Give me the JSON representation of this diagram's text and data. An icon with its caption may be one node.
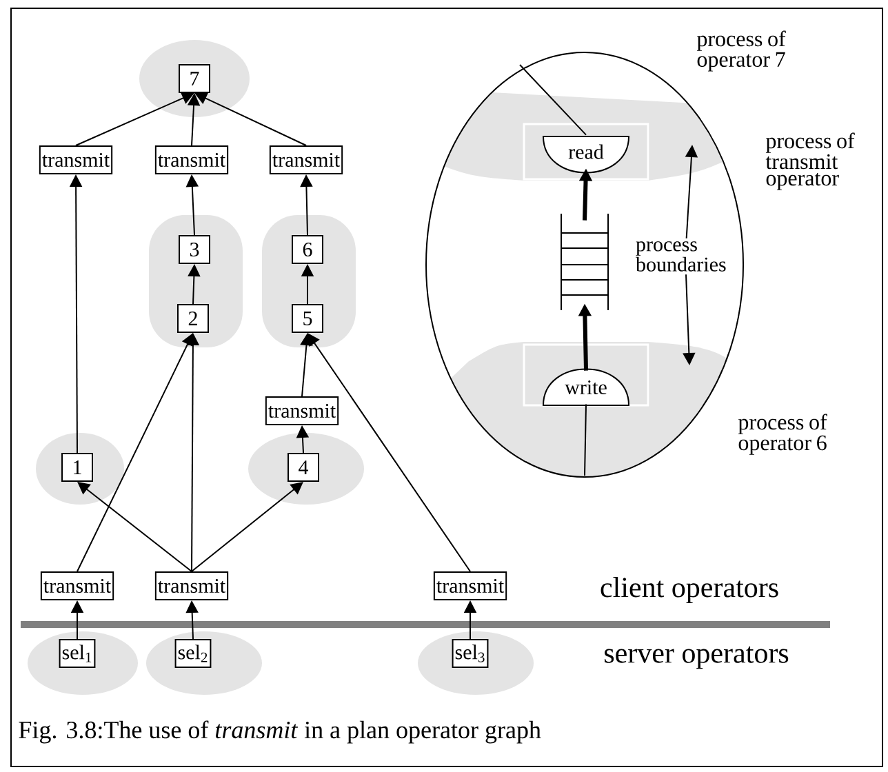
{
  "diagram": {
    "caption": "Fig. 3.8:The use of *transmit* in a plan operator graph",
    "nodes": [
      {
        "text": [
          "7"
        ]
      },
      {
        "text": [
          "transmit"
        ]
      },
      {
        "text": [
          "transmit"
        ]
      },
      {
        "text": [
          "transmit"
        ]
      },
      {
        "text": [
          "3"
        ]
      },
      {
        "text": [
          "6"
        ]
      },
      {
        "text": [
          "2"
        ]
      },
      {
        "text": [
          "5"
        ]
      },
      {
        "text": [
          "transmit"
        ]
      },
      {
        "text": [
          "1"
        ]
      },
      {
        "text": [
          "4"
        ]
      },
      {
        "text": [
          "transmit"
        ]
      },
      {
        "text": [
          "transmit"
        ]
      },
      {
        "text": [
          "transmit"
        ]
      },
      {
        "text": [
          "sel$_{1}$"
        ]
      },
      {
        "text": [
          "sel$_{2}$"
        ]
      },
      {
        "text": [
          "sel$_{3}$"
        ]
      },
      {
        "text": [
          "read"
        ]
      },
      {
        "text": [
          "write"
        ]
      },
      {
        "text": [],
        "shape": "queue"
      },
      {
        "text": [
          "process boundaries"
        ]
      }
    ],
    "edges": [
      {
        "from": 1,
        "to": 0,
        "arrow": "to"
      },
      {
        "from": 2,
        "to": 0,
        "arrow": "to"
      },
      {
        "from": 3,
        "to": 0,
        "arrow": "to"
      },
      {
        "from": 4,
        "to": 2,
        "arrow": "to"
      },
      {
        "from": 5,
        "to": 3,
        "arrow": "to"
      },
      {
        "from": 6,
        "to": 4,
        "arrow": "to"
      },
      {
        "from": 7,
        "to": 5,
        "arrow": "to"
      },
      {
        "from": 8,
        "to": 7,
        "arrow": "to"
      },
      {
        "from": 10,
        "to": 8,
        "arrow": "to"
      },
      {
        "from": 9,
        "to": 1,
        "arrow": "to"
      },
      {
        "from": 11,
        "to": 6,
        "arrow": "to"
      },
      {
        "from": 12,
        "to": 9,
        "arrow": "to"
      },
      {
        "from": 12,
        "to": 6,
        "arrow": "to"
      },
      {
        "from": 12,
        "to": 10,
        "arrow": "to"
      },
      {
        "from": 13,
        "to": 7,
        "arrow": "to"
      },
      {
        "from": 14,
        "to": 11,
        "arrow": "to"
      },
      {
        "from": 15,
        "to": 12,
        "arrow": "to"
      },
      {
        "from": 16,
        "to": 13,
        "arrow": "to"
      },
      {
        "from": 18,
        "to": 19,
        "arrow": "to",
        "style": "thick"
      },
      {
        "from": 19,
        "to": 17,
        "arrow": "to",
        "style": "thick"
      },
      {
        "from": null,
        "to": 17,
        "arrow": "none"
      },
      {
        "from": 18,
        "to": null,
        "arrow": "none"
      },
      {
        "from": 20,
        "to": null,
        "arrow": "to"
      },
      {
        "from": 20,
        "to": null,
        "arrow": "to"
      }
    ],
    "labels": [
      "process of operator 7",
      "process of transmit operator",
      "process of operator 6",
      "client operators",
      "server operators"
    ]
  }
}
